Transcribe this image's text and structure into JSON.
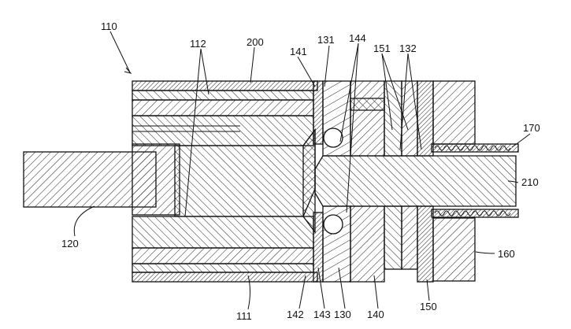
{
  "figure": {
    "labels": {
      "l110": "110",
      "l112": "112",
      "l200": "200",
      "l141": "141",
      "l131": "131",
      "l144": "144",
      "l151": "151",
      "l132": "132",
      "l170": "170",
      "l210": "210",
      "l120": "120",
      "l160": "160",
      "l111": "111",
      "l142": "142",
      "l143": "143",
      "l130": "130",
      "l140": "140",
      "l150": "150"
    }
  }
}
